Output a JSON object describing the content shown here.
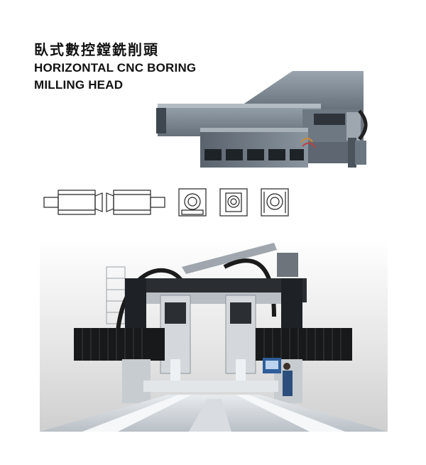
{
  "title": {
    "chinese": "臥式數控鏜銑削頭",
    "english_line1": "HORIZONTAL CNC BORING",
    "english_line2": "MILLING HEAD"
  },
  "colors": {
    "head_gray": "#7f8a95",
    "head_dark": "#4e5863",
    "background_white": "#ffffff",
    "machine_blue": "#2f5f9a"
  },
  "icons": [
    "head-unit-diagram-left",
    "head-unit-diagram-right",
    "ram-section-diagram-1",
    "ram-section-diagram-2",
    "ram-section-diagram-3"
  ]
}
